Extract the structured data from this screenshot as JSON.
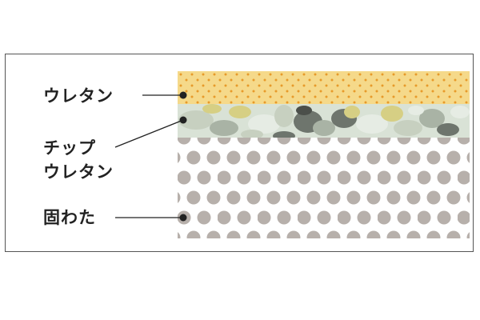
{
  "diagram": {
    "layers": [
      {
        "id": "urethane",
        "label": "ウレタン",
        "pattern": "small-orange-dots",
        "fill": "#f5d98a",
        "dot_color": "#e79a2a"
      },
      {
        "id": "chip-urethane",
        "label_lines": [
          "チップ",
          "ウレタン"
        ],
        "pattern": "camouflage",
        "fill": "#d9e2d6",
        "camo_colors": [
          "#c7d0c0",
          "#a9b3a5",
          "#d6cf84",
          "#6e756d",
          "#e6ece4"
        ]
      },
      {
        "id": "hard-cotton",
        "label": "固わた",
        "pattern": "large-gray-dots",
        "fill": "#ffffff",
        "dot_color": "#b7b0ab"
      }
    ],
    "leader_color": "#222222",
    "border_color": "#555555"
  }
}
